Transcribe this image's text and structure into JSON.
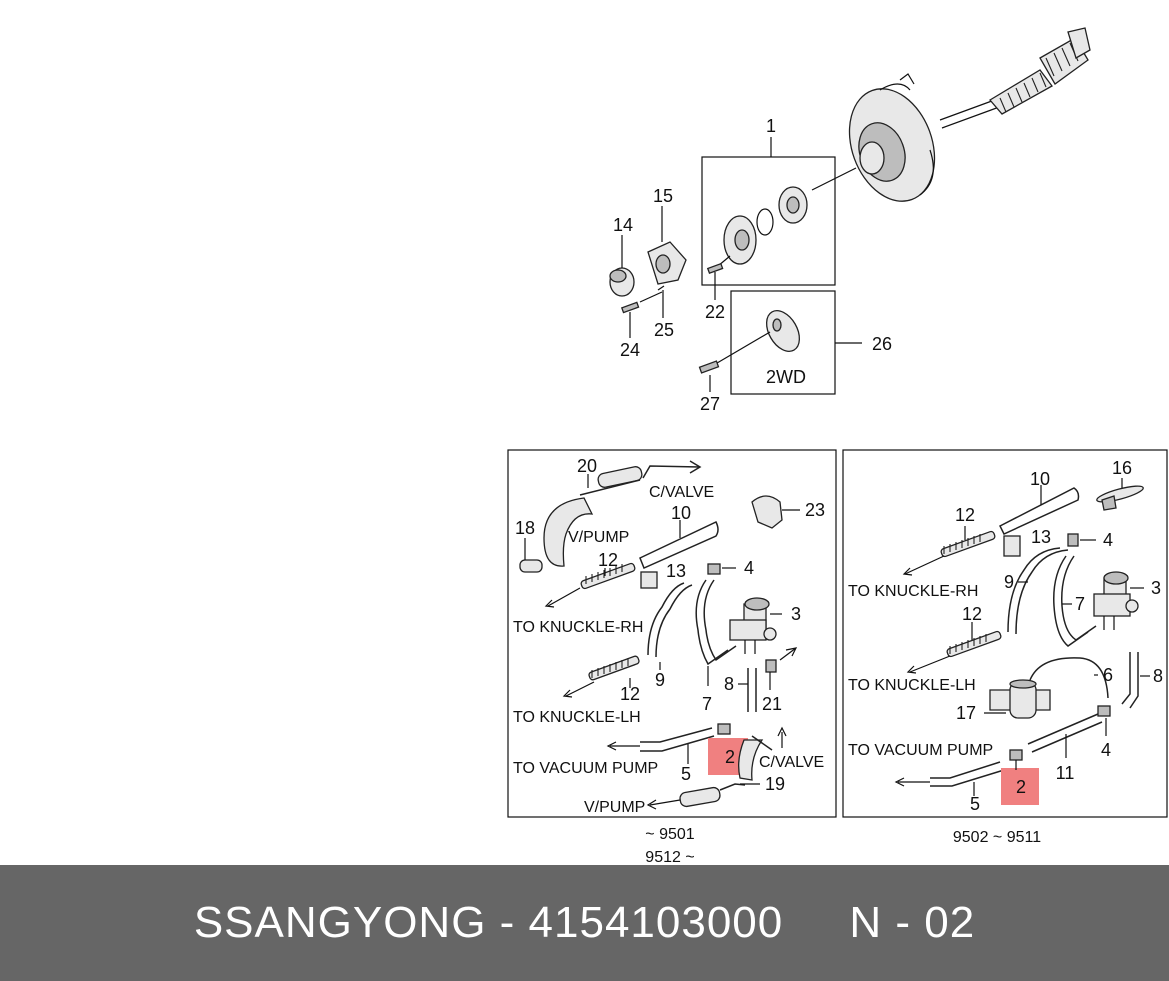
{
  "callouts": {
    "n1": "1",
    "n2a": "2",
    "n2b": "2",
    "n3a": "3",
    "n3b": "3",
    "n4a": "4",
    "n4b": "4",
    "n4c": "4",
    "n5a": "5",
    "n5b": "5",
    "n6": "6",
    "n7a": "7",
    "n7b": "7",
    "n8a": "8",
    "n8b": "8",
    "n9a": "9",
    "n9b": "9",
    "n10a": "10",
    "n10b": "10",
    "n11": "11",
    "n12a": "12",
    "n12b": "12",
    "n12c": "12",
    "n12d": "12",
    "n13a": "13",
    "n13b": "13",
    "n14": "14",
    "n15": "15",
    "n16": "16",
    "n17": "17",
    "n18": "18",
    "n19": "19",
    "n20": "20",
    "n21": "21",
    "n22": "22",
    "n23": "23",
    "n24": "24",
    "n25": "25",
    "n26": "26",
    "n27": "27"
  },
  "text": {
    "twowd": "2WD",
    "cvalve": "C/VALVE",
    "vpump": "V/PUMP",
    "knuckle_rh": "TO KNUCKLE-RH",
    "knuckle_lh": "TO KNUCKLE-LH",
    "vacuum_pump": "TO VACUUM PUMP"
  },
  "captions": {
    "left_line1": "~ 9501",
    "left_line2": "9512 ~",
    "right": "9502 ~ 9511"
  },
  "highlight_color": "#f08080",
  "footer": {
    "label": "SSANGYONG - 4154103000     N - 02"
  }
}
